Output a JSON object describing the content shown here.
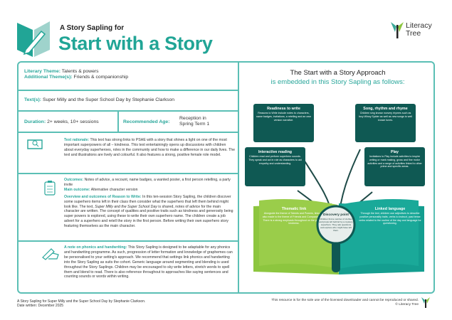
{
  "header": {
    "subtitle": "A Story Sapling for",
    "title": "Start with a Story",
    "logo": "Literacy Tree",
    "logo_line1": "Literacy",
    "logo_line2": "Tree"
  },
  "themes": {
    "literary_label": "Literary Theme:",
    "literary_value": "Talents & powers",
    "additional_label": "Additional Theme(s):",
    "additional_value": "Friends & companionship"
  },
  "texts": {
    "label": "Text(s):",
    "value": "Super Milly and the Super School Day by Stephanie Clarkson"
  },
  "duration": {
    "label": "Duration:",
    "value": "2+ weeks, 10+ sessions"
  },
  "age": {
    "label": "Recommended Age:",
    "value_line1": "Reception in",
    "value_line2": "Spring Term 1"
  },
  "rationale": {
    "label": "Text rationale:",
    "text": "This text has strong links to PSHE with a story that shines a light on one of the most important superpowers of all – kindness. This text entertainingly opens up discussions with children about everyday superheroes, roles in the community and how to make a difference in our daily lives. The text and illustrations are lively and colourful. It also features a strong, positive female role model."
  },
  "outcomes": {
    "label": "Outcomes:",
    "text": "Notes of advice, a recount, name badges, a wanted poster, a first person retelling, a party invite",
    "main_label": "Main outcome:",
    "main_text": "Alternative character version",
    "overview_label": "Overview and outcomes of Reason to Write:",
    "overview_1": "In this ten-session Story Sapling, the children discover some superhero items left in their class then consider what the superhero that left them behind might look like. The text,",
    "overview_title": "Super Milly and the Super School Day",
    "overview_2": "is shared, notes of advice for the main character are written. The concept of qualities and positive traits such as kindness and generosity being super powers is explored, using these to write their own superhero name. The children create a job advert for a superhero and retell the story in the first person. Before writing their own superhero story featuring themselves as the main character."
  },
  "phonics": {
    "label": "A note on phonics and handwriting:",
    "text": "This Story Sapling is designed to be adaptable for any phonics and handwriting programme. As such, progression of letter formation and knowledge of graphemes can be personalised to your setting's approach. We recommend that settings link phonics and handwriting into the Story Sapling as suits the cohort. Generic language around segmenting and blending is used throughout the Story Saplings. Children may be encouraged to sky write letters, stretch words to spell them and blend to read. There is also reference throughout to approaches like saying sentences and counting sounds or words within writing."
  },
  "approach": {
    "title": "The Start with a Story Approach",
    "subtitle": "is embedded in this Story Sapling as follows:",
    "readiness": {
      "title": "Readiness to write",
      "text": "Reasons to Write include notes to characters, name badges, invitations, a retelling and an own version narrative."
    },
    "song": {
      "title": "Song, rhythm and rhyme",
      "text": "Children sing known nursery rhymes such as Incy Wincy Spider as well as new songs to well known tunes."
    },
    "interactive": {
      "title": "Interactive reading",
      "text": "Children read and perform superhero sounds. They speak and act in role as characters to aid empathy and understanding."
    },
    "play": {
      "title": "Play",
      "text": "Invitations to Play include activities to inspire writing or mark making, gross and fine motor activities and a range of activities linked to other prime and specific areas."
    },
    "thematic": {
      "title": "Thematic link",
      "text": "Alongside the theme of Talents and Powers, links are also made to the theme of Friends and Companionship. There is a strong emphasis throughout on the power of kindness."
    },
    "discovery": {
      "title": "Discovery point",
      "text": "Children find a number of clothes and props left behind by a mystery superhero. They ask questions and explore who might have left them."
    },
    "linked": {
      "title": "Linked language",
      "text": "Through the text, children use adjectives to describe positive personality traits, verbs to instruct, past tense verbs related to the routine of the day and language for questioning."
    }
  },
  "footer": {
    "left_1": "A Story Sapling for Super Milly and the Super School Day by Stephanie Clarkson.",
    "left_2": "Date written: December 2025",
    "right_1": "This resource is for the sole use of the licensed downloader and cannot be reproduced or shared.",
    "right_2": "© Literacy Tree"
  },
  "colors": {
    "teal": "#2aa79b",
    "dark_green": "#0f5953",
    "lime": "#8dc63f"
  }
}
